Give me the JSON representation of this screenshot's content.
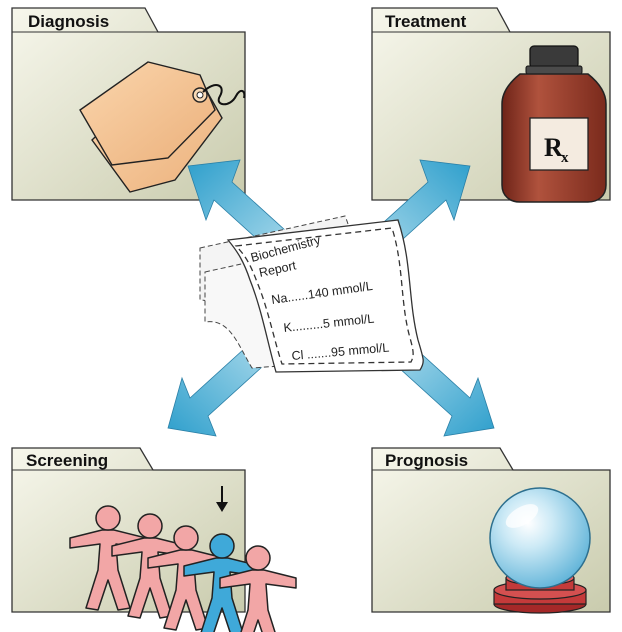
{
  "folders": {
    "diagnosis": {
      "label": "Diagnosis"
    },
    "treatment": {
      "label": "Treatment"
    },
    "screening": {
      "label": "Screening"
    },
    "prognosis": {
      "label": "Prognosis"
    }
  },
  "report": {
    "title_line1": "Biochemistry",
    "title_line2": "Report",
    "rows": [
      {
        "text": "Na......140 mmol/L"
      },
      {
        "text": "K.........5 mmol/L"
      },
      {
        "text": "Cl .......95 mmol/L"
      }
    ]
  },
  "bottle_label": {
    "glyph": "R",
    "subscript": "x"
  },
  "colors": {
    "folder_fill_top": "#f6f6ea",
    "folder_fill_bottom": "#cfd0b3",
    "arrow_light": "#d6f0f7",
    "arrow_dark": "#2fa4cf",
    "bottle": "#9a3f2f",
    "tag": "#f6c592",
    "figure_pink": "#f2a6a6",
    "figure_blue": "#3fa9d9",
    "globe": "#9fd3ea",
    "stand": "#c43a3a"
  }
}
